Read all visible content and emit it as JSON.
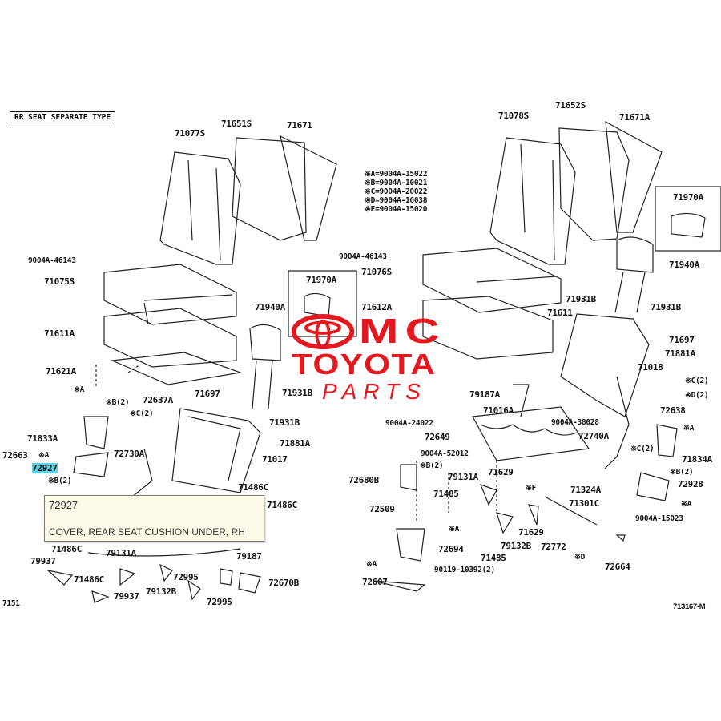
{
  "header": {
    "title": "RR SEAT SEPARATE TYPE"
  },
  "legend": [
    "※A=9004A-15022",
    "※B=9004A-10021",
    "※C=9004A-20022",
    "※D=9004A-16038",
    "※E=9004A-15020"
  ],
  "labels": {
    "l1": "71077S",
    "l2": "71651S",
    "l3": "71671",
    "l4": "9004A-46143",
    "l5": "71075S",
    "l6": "71611A",
    "l7": "71621A",
    "l8": "71970A",
    "l9": "71940A",
    "l10": "71931B",
    "l11": "71931B",
    "l12": "71881A",
    "l13": "71017",
    "l14": "71697",
    "l15": "72637A",
    "l16": "※A",
    "l17": "※B(2)",
    "l18": "※C(2)",
    "l19": "71833A",
    "l20": "72663",
    "l21": "※A",
    "l22": "72927",
    "l23": "72730A",
    "l24": "※B(2)",
    "l25": "71486C",
    "l26": "71486C",
    "l27": "71486C",
    "l28": "79937",
    "l29": "79131A",
    "l30": "79187",
    "l31": "71486C",
    "l32": "72995",
    "l33": "72670B",
    "l34": "79937",
    "l35": "79132B",
    "l36": "72995",
    "l37": "7151",
    "r1": "71078S",
    "r2": "71652S",
    "r3": "71671A",
    "r4": "9004A-46143",
    "r5": "71970A",
    "r6": "71076S",
    "r7": "71612A",
    "r8": "71611",
    "r9": "71940A",
    "r10": "71931B",
    "r11": "71931B",
    "r12": "71697",
    "r13": "71881A",
    "r14": "71018",
    "r15": "※C(2)",
    "r16": "※D(2)",
    "r17": "79187A",
    "r18": "72638",
    "r19": "71016A",
    "r20": "9004A-24022",
    "r21": "9004A-38028",
    "r22": "72740A",
    "r23": "※A",
    "r24": "72649",
    "r25": "※C(2)",
    "r26": "71834A",
    "r27": "9004A-52012",
    "r28": "※B(2)",
    "r29": "※B(2)",
    "r30": "72680B",
    "r31": "79131A",
    "r32": "71629",
    "r33": "72928",
    "r34": "71485",
    "r35": "※F",
    "r36": "71324A",
    "r37": "※A",
    "r38": "72509",
    "r39": "71301C",
    "r40": "9004A-15023",
    "r41": "※A",
    "r42": "71629",
    "r43": "72694",
    "r44": "79132B",
    "r45": "72772",
    "r46": "※D",
    "r47": "71485",
    "r48": "※A",
    "r49": "90119-10392(2)",
    "r50": "72664",
    "r51": "72607",
    "r52": "713167-M"
  },
  "tooltip": {
    "part_number": "72927",
    "description": "COVER, REAR SEAT CUSHION UNDER, RH"
  },
  "watermark": {
    "line1": "MC",
    "line2": "TOYOTA",
    "line3": "PARTS"
  },
  "colors": {
    "watermark": "#e3191f",
    "highlight": "#5fd3e6",
    "tooltip_bg": "#fdfbe8"
  }
}
